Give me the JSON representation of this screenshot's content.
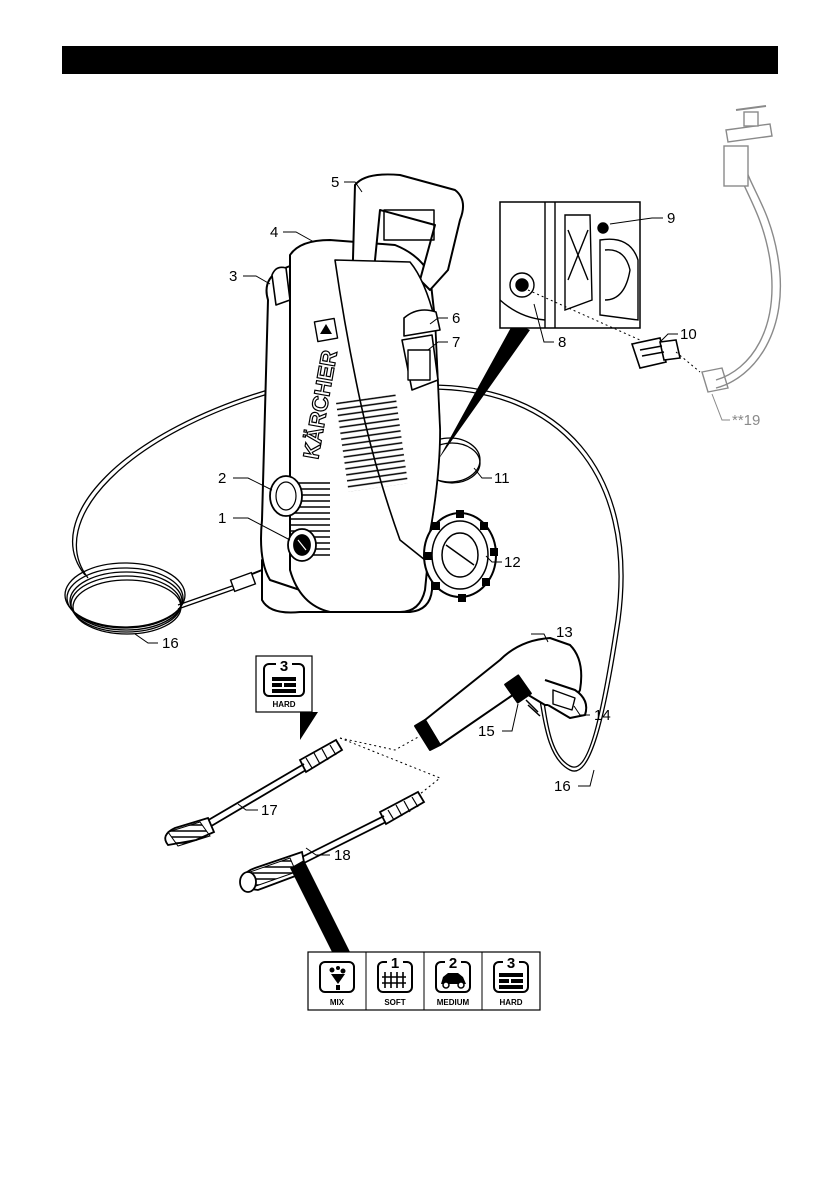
{
  "callouts": {
    "c1": "1",
    "c2": "2",
    "c3": "3",
    "c4": "4",
    "c5": "5",
    "c6": "6",
    "c7": "7",
    "c8": "8",
    "c9": "9",
    "c10": "10",
    "c11": "11",
    "c12": "12",
    "c13": "13",
    "c14": "14",
    "c15": "15",
    "c16a": "16",
    "c16b": "16",
    "c17": "17",
    "c18": "18",
    "c19": "**19"
  },
  "brand": "KÄRCHER",
  "pressure_badge": {
    "number": "3",
    "label": "HARD"
  },
  "nozzle_modes": [
    {
      "number": "",
      "label": "MIX",
      "icon": "detergent-icon"
    },
    {
      "number": "1",
      "label": "SOFT",
      "icon": "fence-icon"
    },
    {
      "number": "2",
      "label": "MEDIUM",
      "icon": "car-icon"
    },
    {
      "number": "3",
      "label": "HARD",
      "icon": "brick-wall-icon"
    }
  ]
}
